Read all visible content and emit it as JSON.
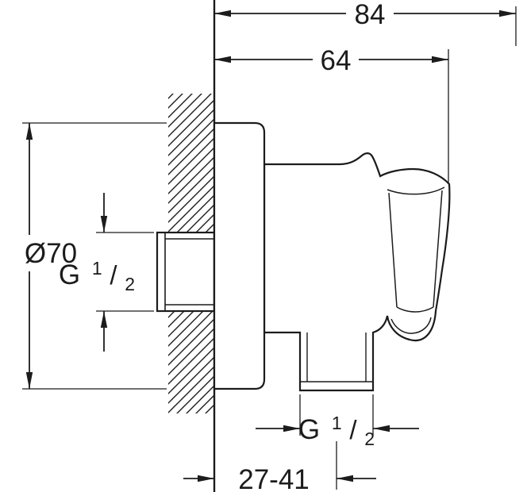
{
  "drawing": {
    "background": "#ffffff",
    "line_color": "#1c1c1c",
    "dimensions": {
      "overall_depth": "84",
      "holder_depth": "64",
      "flange_diameter": "Ø70",
      "wall_adjustment": "27-41",
      "inlet_thread": {
        "prefix": "G",
        "numerator": "1",
        "slash": "/",
        "denominator": "2"
      },
      "outlet_thread": {
        "prefix": "G",
        "numerator": "1",
        "slash": "/",
        "denominator": "2"
      }
    }
  }
}
